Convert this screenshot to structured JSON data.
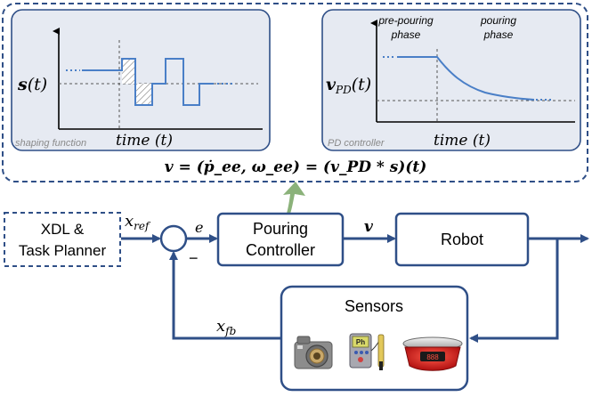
{
  "top_panel": {
    "shaping": {
      "ylabel_main": "s",
      "ylabel_arg": "(t)",
      "xlabel_main": "time ",
      "xlabel_arg": "(t)",
      "caption": "shaping function"
    },
    "pd": {
      "ylabel_main": "v",
      "ylabel_sub": "PD",
      "ylabel_arg": "(t)",
      "xlabel_main": "time ",
      "xlabel_arg": "(t)",
      "caption": "PD controller",
      "phase1_line1": "pre-pouring",
      "phase1_line2": "phase",
      "phase2_line1": "pouring",
      "phase2_line2": "phase"
    },
    "equation": "v = (ṗ_ee, ω_ee) = (v_PD * s)(t)"
  },
  "blocks": {
    "planner_line1": "XDL &",
    "planner_line2": "Task Planner",
    "controller_line1": "Pouring",
    "controller_line2": "Controller",
    "robot": "Robot",
    "sensors": "Sensors"
  },
  "signals": {
    "ref": "x",
    "ref_sub": "ref",
    "error": "e",
    "control": "v",
    "fb": "x",
    "fb_sub": "fb",
    "minus": "−"
  },
  "sensor_icons": [
    "camera-icon",
    "ph-meter-icon",
    "scale-icon"
  ],
  "ph_label": "Ph",
  "scale_display": "888",
  "colors": {
    "navy": "#2F4F87",
    "panel_fill": "#E6EAF2",
    "curve": "#4A7FC7",
    "arrow_green": "#8BB27A"
  }
}
